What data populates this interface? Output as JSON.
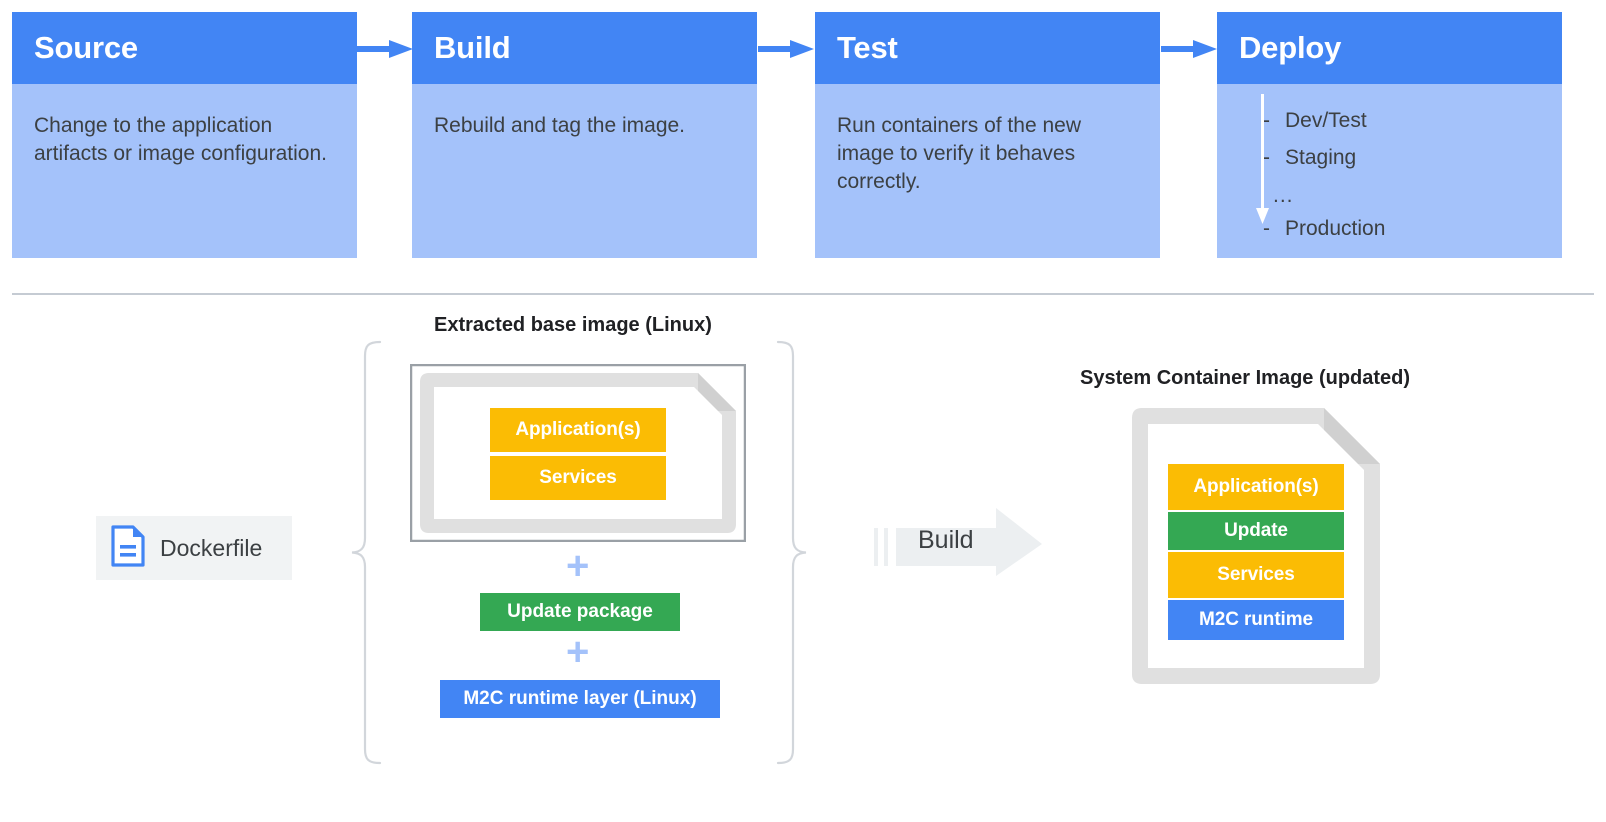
{
  "palette": {
    "header_blue": "#4285f4",
    "body_blue": "#a4c2fa",
    "amber": "#fbbc04",
    "green": "#34a853",
    "blue": "#4285f4",
    "doc_gray": "#e0e0e0",
    "chip_gray": "#f1f3f4",
    "divider_gray": "#c5cbd3",
    "text_dark": "#3c4043"
  },
  "pipeline": {
    "stages": [
      {
        "title": "Source",
        "description": "Change to the application artifacts or image configuration."
      },
      {
        "title": "Build",
        "description": "Rebuild and tag the image."
      },
      {
        "title": "Test",
        "description": "Run containers of the new image to verify it behaves correctly."
      },
      {
        "title": "Deploy",
        "description": "",
        "list": [
          {
            "dash": "-",
            "label": "Dev/Test"
          },
          {
            "dash": "-",
            "label": "Staging"
          },
          {
            "dash": "",
            "label": "..."
          },
          {
            "dash": "-",
            "label": "Production"
          }
        ]
      }
    ]
  },
  "build_diagram": {
    "input_chip": {
      "icon": "document-icon",
      "label": "Dockerfile"
    },
    "base_group_label": "Extracted base image (Linux)",
    "base_image_layers": [
      {
        "label": "Application(s)",
        "color": "amber"
      },
      {
        "label": "Services",
        "color": "amber"
      }
    ],
    "plus_glyph": "+",
    "addon_layers": [
      {
        "label": "Update package",
        "color": "green"
      },
      {
        "label": "M2C runtime layer (Linux)",
        "color": "blue"
      }
    ],
    "build_action": {
      "label": "Build",
      "icon": "arrow-right-icon"
    },
    "output_label": "System Container Image (updated)",
    "output_layers": [
      {
        "label": "Application(s)",
        "color": "amber"
      },
      {
        "label": "Update",
        "color": "green"
      },
      {
        "label": "Services",
        "color": "amber"
      },
      {
        "label": "M2C runtime",
        "color": "blue"
      }
    ]
  }
}
